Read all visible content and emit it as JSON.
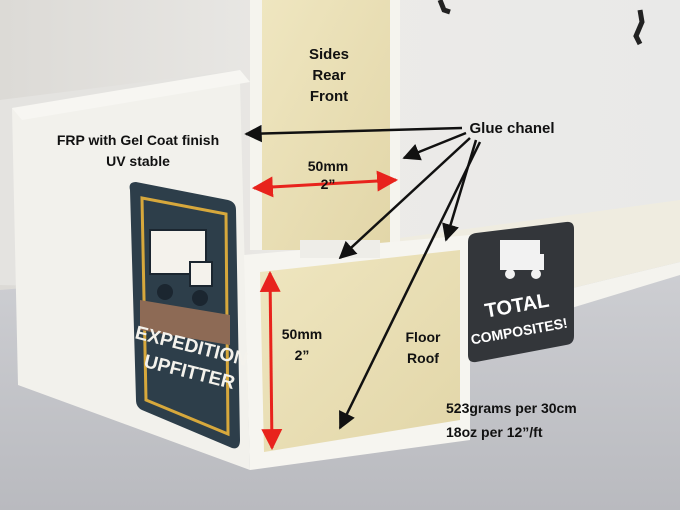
{
  "annotations": {
    "panel_types": [
      "Sides",
      "Rear",
      "Front"
    ],
    "frp_line1": "FRP with Gel Coat finish",
    "frp_line2": "UV stable",
    "glue_channel": "Glue chanel",
    "thickness_top_mm": "50mm",
    "thickness_top_in": "2”",
    "thickness_bottom_mm": "50mm",
    "thickness_bottom_in": "2”",
    "floor_roof": [
      "Floor",
      "Roof"
    ],
    "weight_metric": "523grams per 30cm",
    "weight_imperial": "18oz per 12”/ft"
  },
  "stickers": {
    "left_logo_text": [
      "EXPEDITION",
      "UPFITTER"
    ],
    "right_logo_text": [
      "TOTAL",
      "COMPOSITES!"
    ]
  },
  "colors": {
    "measure_arrow": "#e8231c",
    "pointer_arrow": "#111111",
    "foam": "#ece2b8",
    "frp_skin": "#f3f2ec",
    "wall": "#e6e6e4"
  },
  "icons": {
    "left_sticker_art": "camper-truck-icon",
    "right_sticker_art": "camper-truck-icon"
  }
}
